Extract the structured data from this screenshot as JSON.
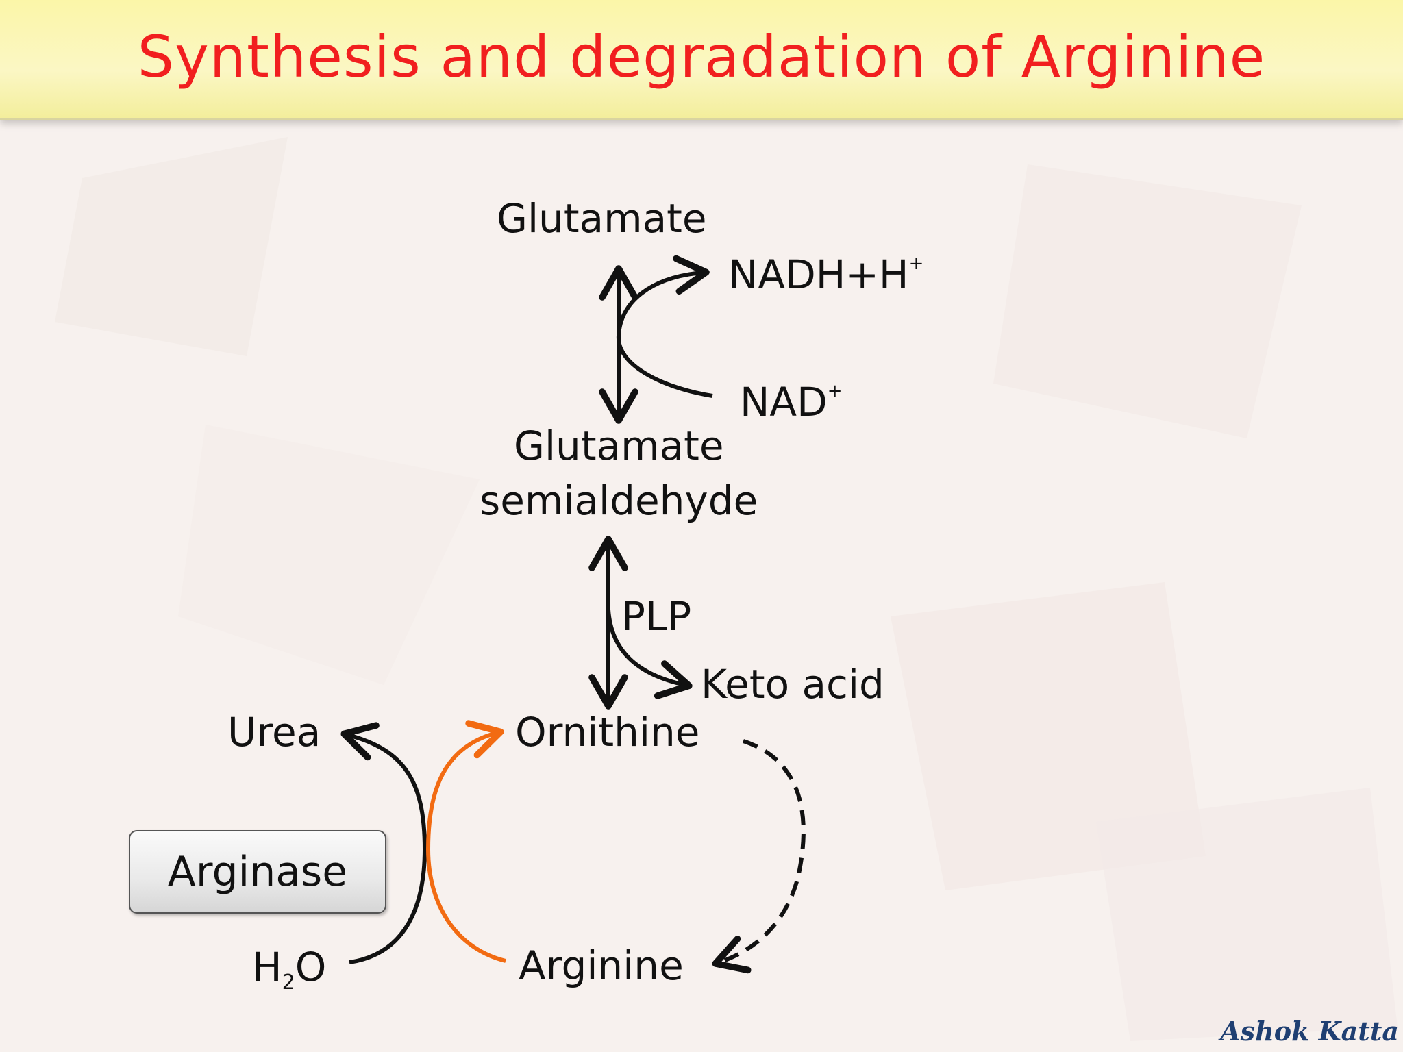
{
  "title": "Synthesis and degradation of Arginine",
  "nodes": {
    "glutamate": "Glutamate",
    "nadh": "NADH+H",
    "nadh_charge": "+",
    "nad": "NAD",
    "nad_charge": "+",
    "gsa_line1": "Glutamate",
    "gsa_line2": "semialdehyde",
    "plp": "PLP",
    "keto_acid": "Keto acid",
    "urea": "Urea",
    "ornithine": "Ornithine",
    "arginase": "Arginase",
    "water_h": "H",
    "water_sub": "2",
    "water_o": "O",
    "arginine": "Arginine"
  },
  "watermark": "Ashok Katta",
  "colors": {
    "title": "#f11f1f",
    "title_bar": "#fbf6a8",
    "arrow": "#111111",
    "orange_arrow": "#f26b12",
    "watermark": "#1f3f72"
  }
}
